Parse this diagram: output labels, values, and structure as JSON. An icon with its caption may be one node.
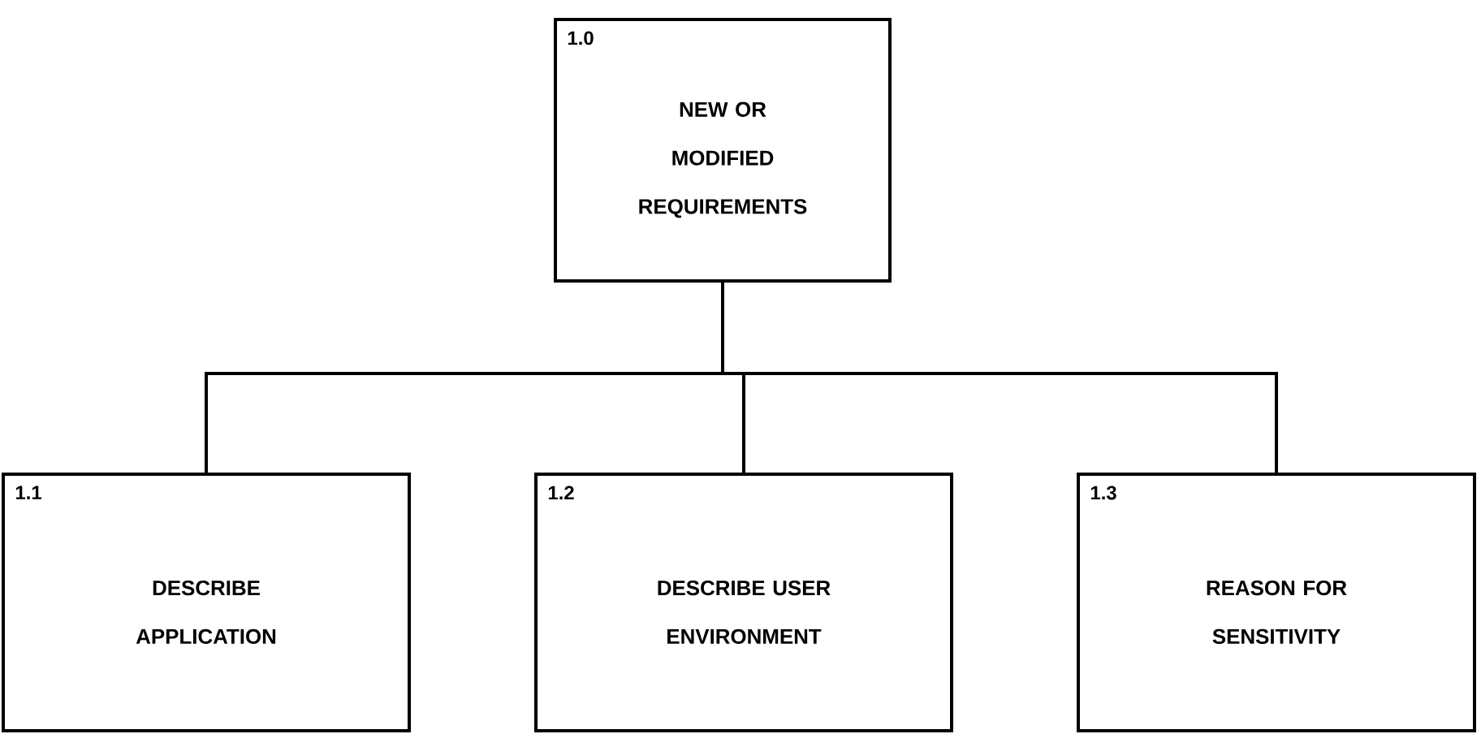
{
  "diagram": {
    "nodes": [
      {
        "text": [
          "1.0",
          "NEW OR MODIFIED REQUIREMENTS"
        ]
      },
      {
        "text": [
          "1.1",
          "DESCRIBE APPLICATION"
        ]
      },
      {
        "text": [
          "1.2",
          "DESCRIBE USER ENVIRONMENT"
        ]
      },
      {
        "text": [
          "1.3",
          "REASON FOR SENSITIVITY"
        ]
      }
    ],
    "edges": [
      {
        "from": 0,
        "to": 1,
        "arrow": "none"
      },
      {
        "from": 0,
        "to": 2,
        "arrow": "none"
      },
      {
        "from": 0,
        "to": 3,
        "arrow": "none"
      }
    ]
  }
}
